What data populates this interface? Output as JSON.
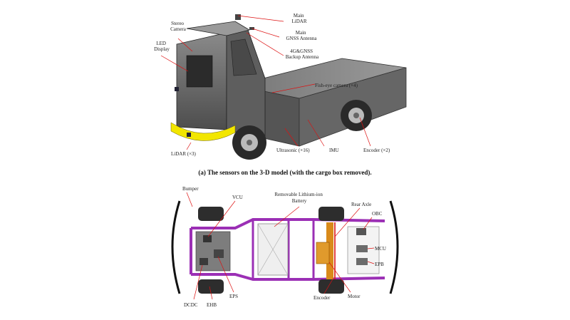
{
  "top_figure": {
    "caption": "(a) The sensors on the 3-D model (with the cargo box removed).",
    "labels": {
      "main_lidar": [
        "Main",
        "LiDAR"
      ],
      "main_gnss": [
        "Main",
        "GNSS Antenna"
      ],
      "backup_antenna": [
        "4G&GNSS",
        "Backup Antenna"
      ],
      "stereo_camera": [
        "Stereo",
        "Camera"
      ],
      "led_display": [
        "LED",
        "Display"
      ],
      "fisheye_camera": "Fish-eye camera (×4)",
      "lidar": "LiDAR (×3)",
      "ultrasonic": "Ultrasonic (×16)",
      "imu": "IMU",
      "encoder": "Encoder (×2)"
    }
  },
  "bottom_figure": {
    "labels": {
      "bumper": "Bumper",
      "vcu": "VCU",
      "battery": [
        "Removable Lithium-ion",
        "Battery"
      ],
      "rear_axle": "Rear Axle",
      "obc": "OBC",
      "mcu": "MCU",
      "epb": "EPB",
      "dcdc": "DCDC",
      "ehb": "EHB",
      "eps": "EPS",
      "encoder": "Encoder",
      "motor": "Motor"
    }
  },
  "colors": {
    "leader": "#dd1111",
    "frame": "#9b2fb5",
    "bumper": "#f2e600",
    "body": "#6f6f6f",
    "axle": "#d98a1a"
  }
}
